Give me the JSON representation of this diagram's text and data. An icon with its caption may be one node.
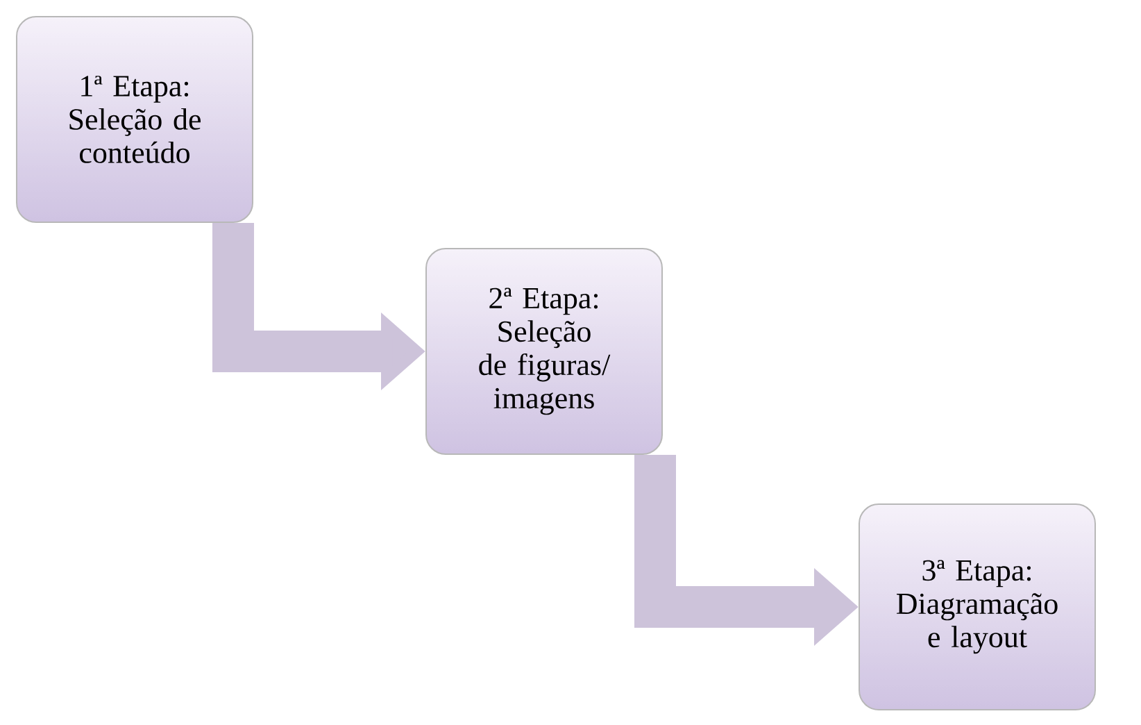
{
  "diagram": {
    "nodes": [
      {
        "text": [
          "1ª Etapa:",
          "Seleção de conteúdo"
        ]
      },
      {
        "text": [
          "2ª Etapa:",
          "Seleção de figuras/ imagens"
        ]
      },
      {
        "text": [
          "3ª Etapa:",
          "Diagramação e layout"
        ]
      }
    ],
    "edges": [
      {
        "from": 0,
        "to": 1,
        "arrow": "to"
      },
      {
        "from": 1,
        "to": 2,
        "arrow": "to"
      }
    ]
  }
}
